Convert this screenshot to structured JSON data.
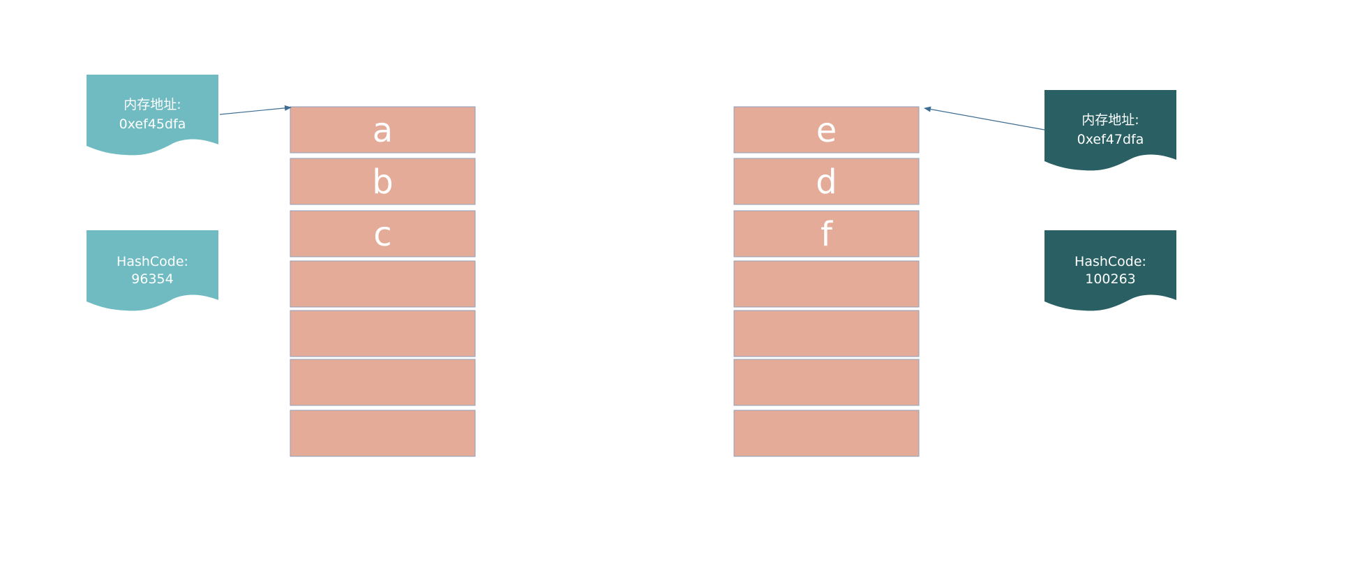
{
  "arrays": [
    {
      "cells": [
        "a",
        "b",
        "c",
        "",
        "",
        "",
        ""
      ],
      "address_note": {
        "line1": "内存地址:",
        "line2": "0xef45dfa",
        "color": "#6fbbc1"
      },
      "hash_note": {
        "line1": "HashCode:",
        "line2": "96354",
        "color": "#6fbbc1"
      }
    },
    {
      "cells": [
        "e",
        "d",
        "f",
        "",
        "",
        "",
        ""
      ],
      "address_note": {
        "line1": "内存地址:",
        "line2": "0xef47dfa",
        "color": "#2a6063"
      },
      "hash_note": {
        "line1": "HashCode:",
        "line2": "100263",
        "color": "#2a6063"
      }
    }
  ],
  "colors": {
    "cell_fill": "#e3ab98",
    "cell_border": "#8ea2bd",
    "arrow": "#3e6d93"
  }
}
